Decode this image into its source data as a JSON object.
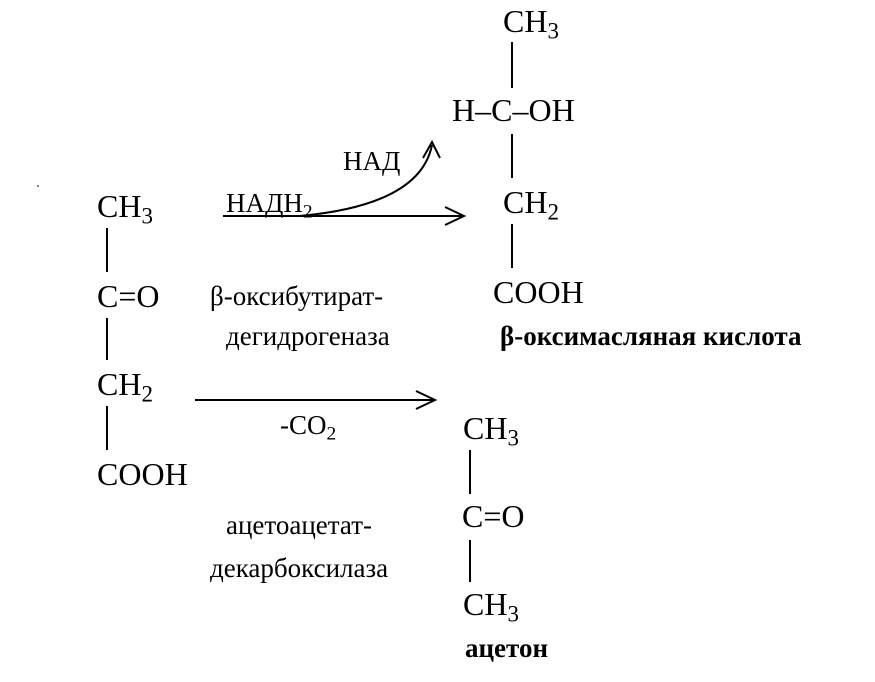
{
  "acetoacetate": {
    "ch3": {
      "main": "CH",
      "sub": "3"
    },
    "co": "C=O",
    "ch2": {
      "main": "CH",
      "sub": "2"
    },
    "cooh": "COOH"
  },
  "reduction": {
    "cofactor_in": {
      "main": "НАДН",
      "sub": "2"
    },
    "cofactor_out": "НАД",
    "enzyme_line1": "β-оксибутират-",
    "enzyme_line2": "дегидрогеназа"
  },
  "hydroxybutyrate": {
    "ch3": {
      "main": "CH",
      "sub": "3"
    },
    "hcoh": "H–C–OH",
    "ch2": {
      "main": "CH",
      "sub": "2"
    },
    "cooh": "COOH",
    "name": "β-оксимасляная  кислота"
  },
  "decarboxylation": {
    "co2": {
      "prefix": "-CO",
      "sub": "2"
    },
    "enzyme_line1": "ацетоацетат-",
    "enzyme_line2": "декарбоксилаза"
  },
  "acetone": {
    "ch3_top": {
      "main": "CH",
      "sub": "3"
    },
    "co": "C=O",
    "ch3_bottom": {
      "main": "CH",
      "sub": "3"
    },
    "name": "ацетон"
  }
}
